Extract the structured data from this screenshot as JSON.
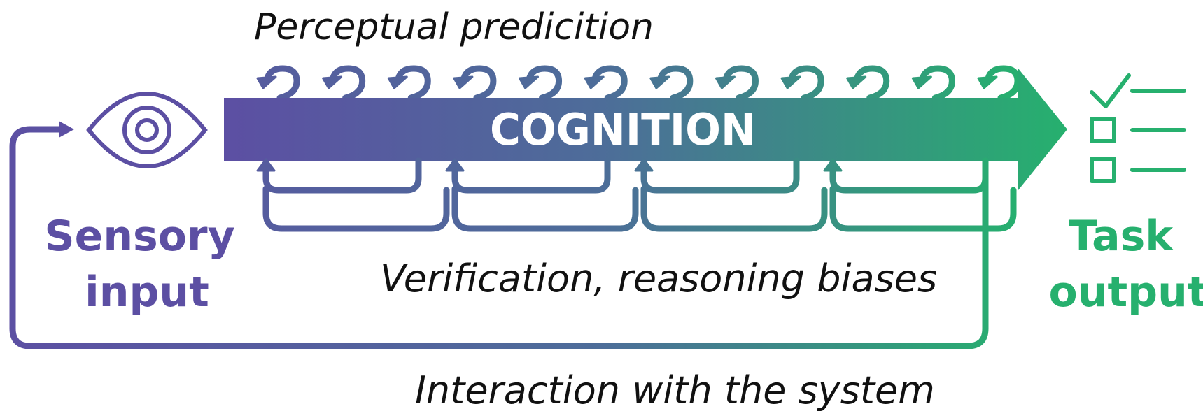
{
  "labels": {
    "perceptual_prediction": "Perceptual predicition",
    "cognition": "COGNITION",
    "sensory_input_line1": "Sensory",
    "sensory_input_line2": "input",
    "task_output_line1": "Task",
    "task_output_line2": "output",
    "verification": "Verification, reasoning biases",
    "interaction": "Interaction with the system"
  },
  "colors": {
    "start": "#5c4fa3",
    "middle": "#4d6d99",
    "end": "#26b06e",
    "text": "#111111",
    "cognition_text": "#ffffff"
  },
  "icons": {
    "sensory": "eye-icon",
    "output": "checklist-icon"
  },
  "checklist": {
    "items": [
      "checked",
      "unchecked",
      "unchecked"
    ]
  },
  "prediction_loops": {
    "count": 12
  },
  "verification_loops": {
    "count": 4
  }
}
